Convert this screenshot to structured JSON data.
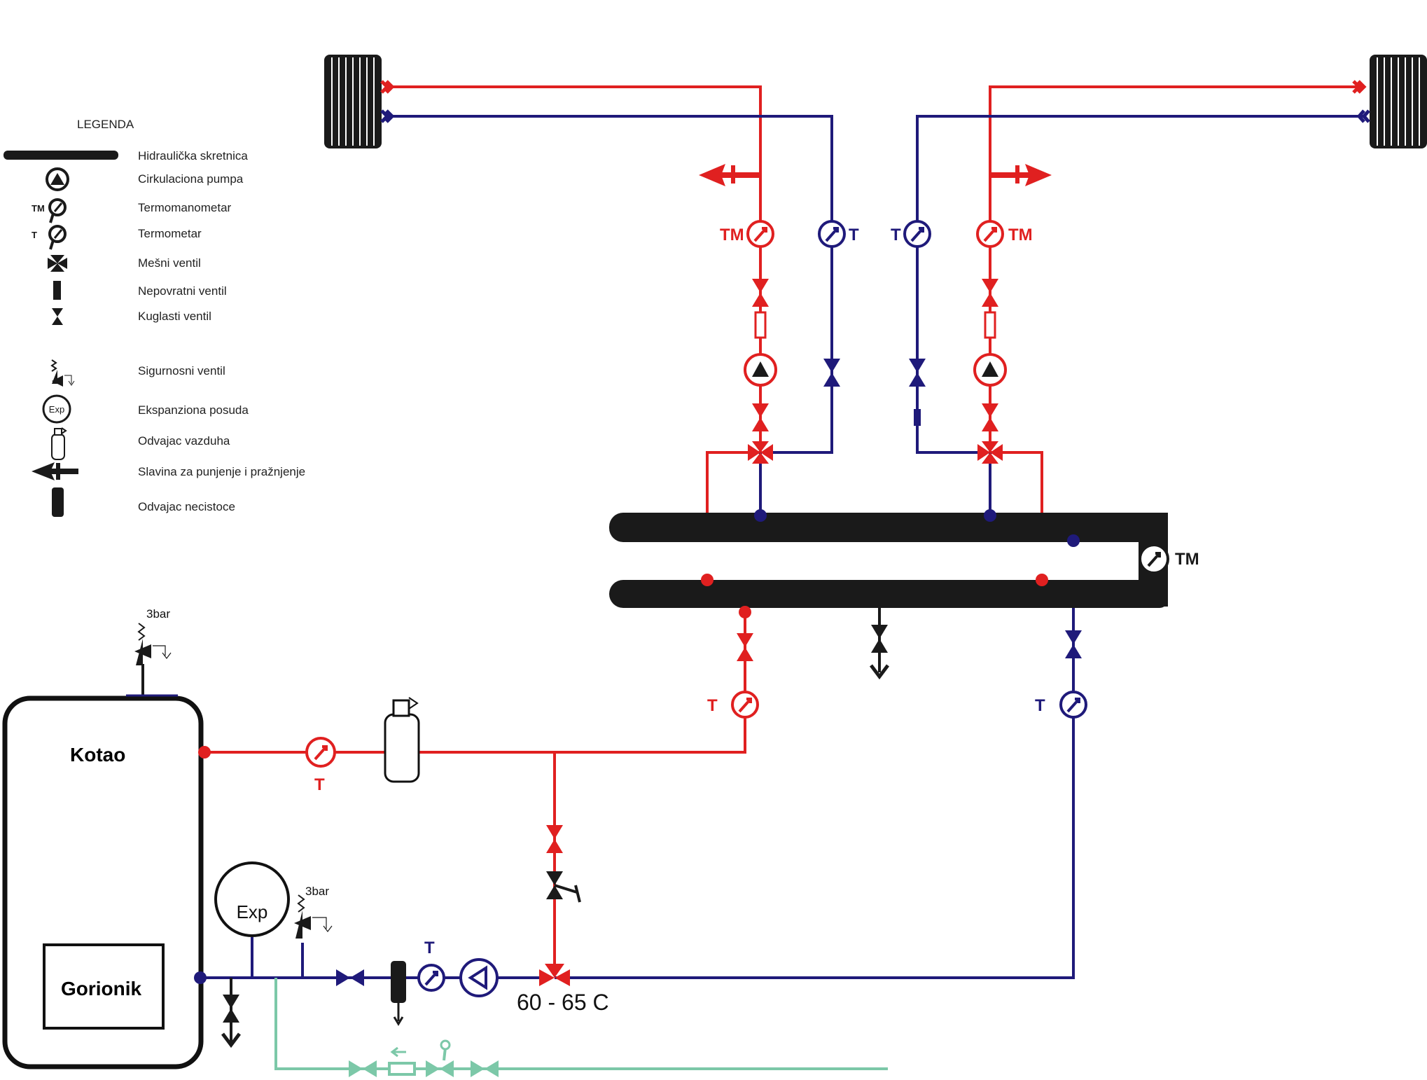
{
  "colors": {
    "supply": "#e02020",
    "return": "#1f1a7a",
    "fill_line": "#7cc8a8",
    "header": "#1a1a1a"
  },
  "legend": {
    "title": "LEGENDA",
    "items": [
      {
        "icon": "hydraulic-separator-icon",
        "label": "Hidraulička skretnica"
      },
      {
        "icon": "circulation-pump-icon",
        "label": "Cirkulaciona pumpa"
      },
      {
        "icon": "thermomanometer-icon",
        "label": "Termomanometar",
        "badge": "TM"
      },
      {
        "icon": "thermometer-icon",
        "label": "Termometar",
        "badge": "T"
      },
      {
        "icon": "mixing-valve-icon",
        "label": "Mešni ventil"
      },
      {
        "icon": "check-valve-icon",
        "label": "Nepovratni ventil"
      },
      {
        "icon": "ball-valve-icon",
        "label": "Kuglasti ventil"
      },
      {
        "icon": "safety-valve-icon",
        "label": "Sigurnosni ventil"
      },
      {
        "icon": "expansion-vessel-icon",
        "label": "Ekspanziona posuda",
        "badge": "Exp"
      },
      {
        "icon": "air-vent-icon",
        "label": "Odvajac vazduha"
      },
      {
        "icon": "fill-drain-tap-icon",
        "label": "Slavina za punjenje i pražnjenje"
      },
      {
        "icon": "dirt-separator-icon",
        "label": "Odvajac necistoce"
      }
    ]
  },
  "labels": {
    "boiler": "Kotao",
    "burner": "Gorionik",
    "temperature": "60 - 65 C",
    "safety_top": "3bar",
    "safety_bottom": "3bar",
    "exp": "Exp",
    "tm": "TM",
    "t": "T"
  }
}
